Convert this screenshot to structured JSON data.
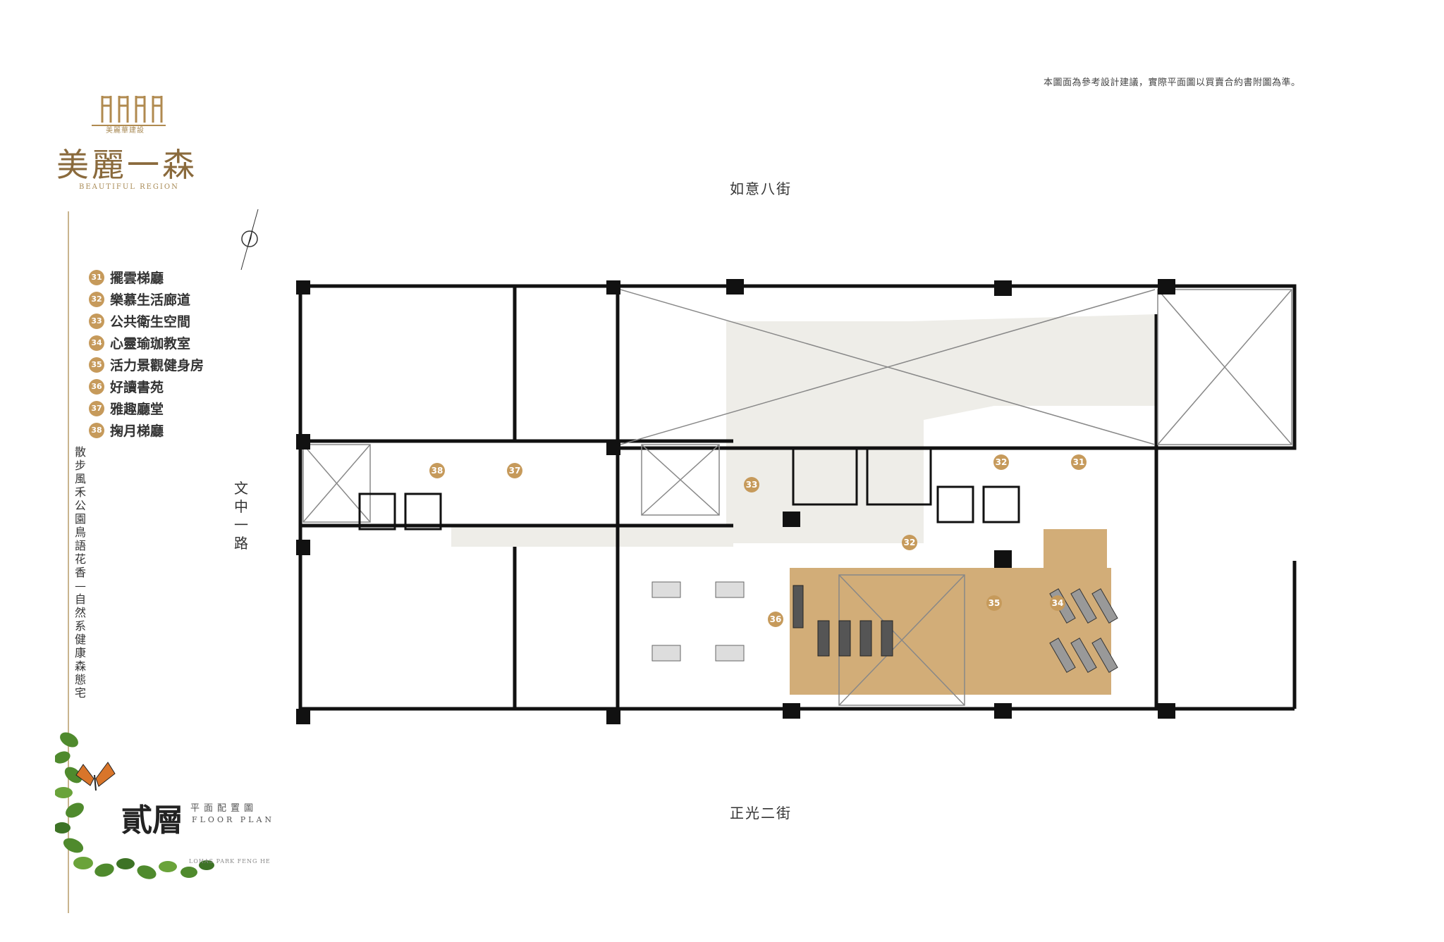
{
  "disclaimer": "本圖面為參考設計建議，實際平面圖以買賣合約書附圖為準。",
  "brand": {
    "sub": "美麗華建設",
    "title": "美麗一森",
    "en": "BEAUTIFUL REGION"
  },
  "legend": [
    {
      "num": "31",
      "label": "擺雲梯廳"
    },
    {
      "num": "32",
      "label": "樂慕生活廊道"
    },
    {
      "num": "33",
      "label": "公共衛生空間"
    },
    {
      "num": "34",
      "label": "心靈瑜珈教室"
    },
    {
      "num": "35",
      "label": "活力景觀健身房"
    },
    {
      "num": "36",
      "label": "好讀書苑"
    },
    {
      "num": "37",
      "label": "雅趣廳堂"
    },
    {
      "num": "38",
      "label": "掬月梯廳"
    }
  ],
  "slogan": "散步風禾公園鳥語花香—自然系健康森態宅",
  "streets": {
    "top": "如意八街",
    "bottom": "正光二街",
    "left": "文中一路"
  },
  "floor": {
    "title": "貳層",
    "cn": "平面配置圖",
    "en": "FLOOR PLAN",
    "project": "LOHAS PARK FENG HE"
  },
  "plan_markers": [
    "31",
    "32",
    "32",
    "33",
    "34",
    "35",
    "36",
    "37",
    "38"
  ],
  "colors": {
    "accent": "#c69a5b",
    "gold": "#8a6a3c",
    "wood": "#d2ad78",
    "wall": "#111111",
    "corridor": "#ecebe6",
    "leaf": "#4f8a2d"
  }
}
